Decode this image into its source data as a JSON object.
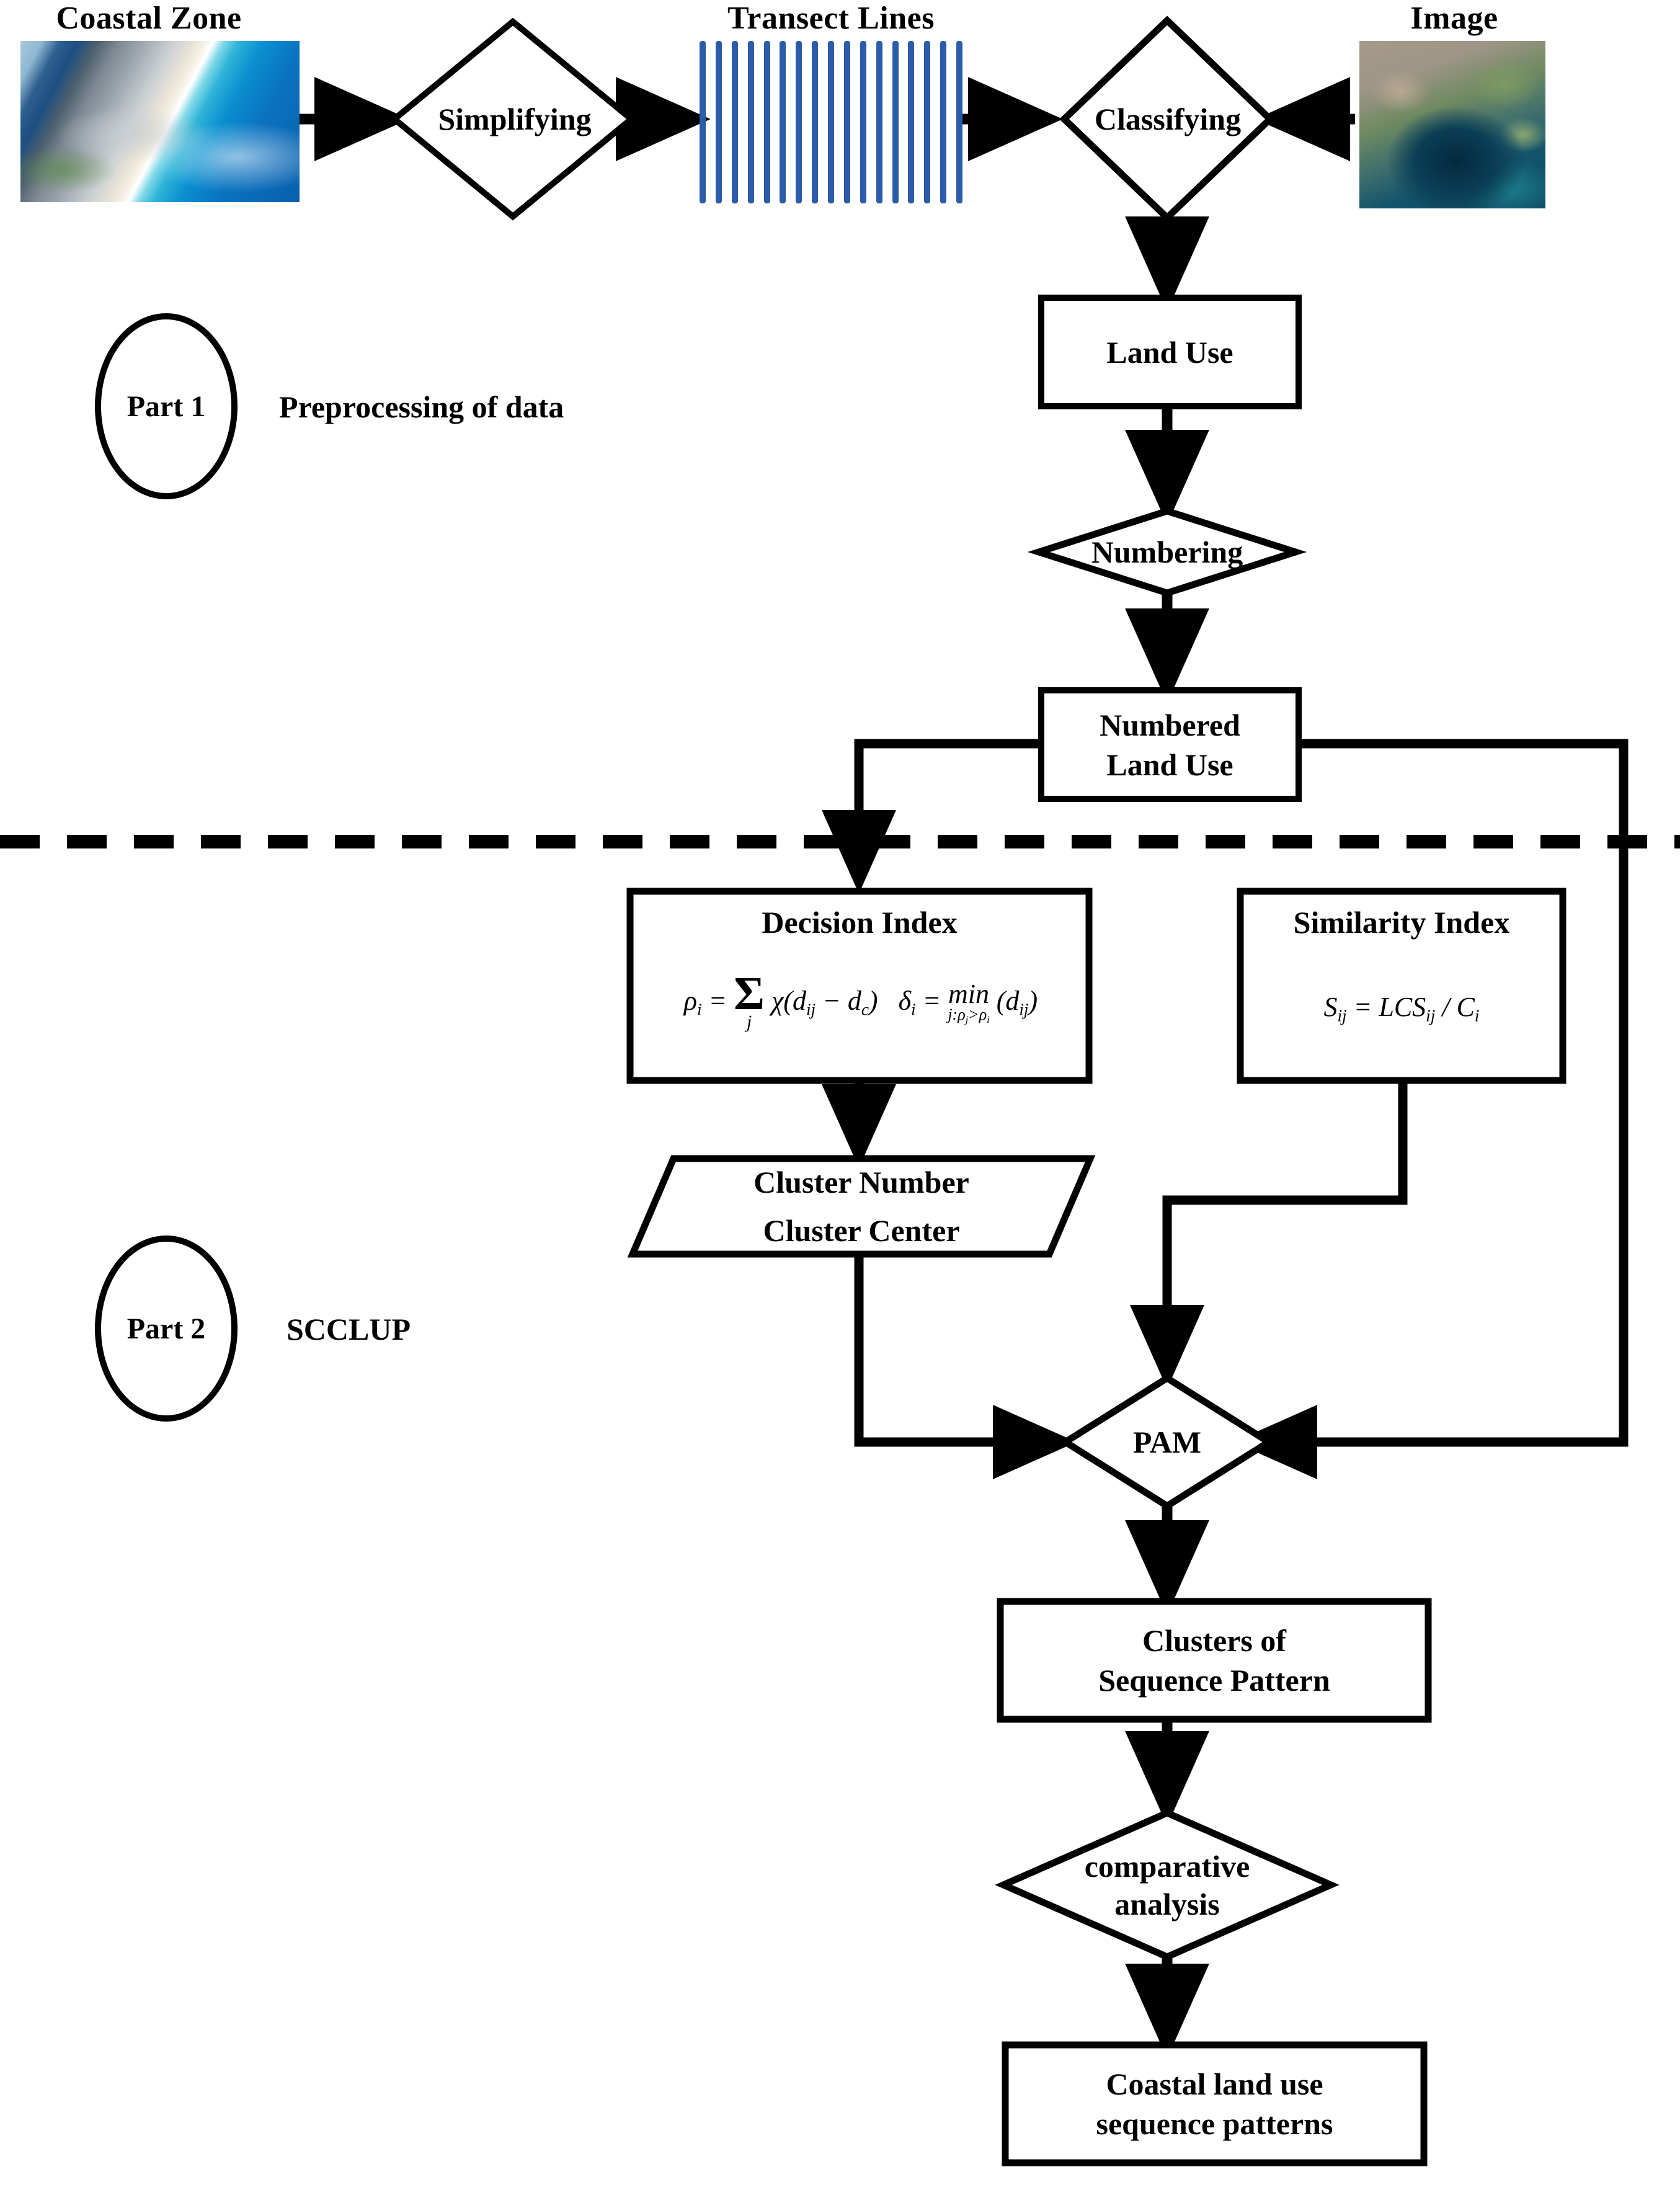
{
  "diagram": {
    "title_captions": {
      "coastal_zone": "Coastal Zone",
      "transect_lines": "Transect Lines",
      "image": "Image"
    },
    "colors": {
      "stroke": "#000000",
      "transect_blue": "#2A5CAA",
      "background": "#FFFFFF"
    },
    "parts": [
      {
        "badge": "Part 1",
        "description": "Preprocessing of data"
      },
      {
        "badge": "Part 2",
        "description": "SCCLUP"
      }
    ],
    "transect_line_count": 17,
    "nodes": {
      "simplifying": {
        "label": "Simplifying",
        "shape": "diamond"
      },
      "classifying": {
        "label": "Classifying",
        "shape": "diamond"
      },
      "land_use": {
        "label": "Land Use",
        "shape": "rect"
      },
      "numbering": {
        "label": "Numbering",
        "shape": "diamond"
      },
      "numbered_land_use": {
        "line1": "Numbered",
        "line2": "Land Use",
        "shape": "rect"
      },
      "decision_index": {
        "title": "Decision Index",
        "formula_1": "ρi = Σj χ(dij − dc)",
        "formula_2": "δi = min j:ρj>ρi (dij)",
        "shape": "rect"
      },
      "similarity_index": {
        "title": "Similarity Index",
        "formula": "Sij = LCSij / Ci",
        "shape": "rect"
      },
      "cluster_output": {
        "line1": "Cluster Number",
        "line2": "Cluster Center",
        "shape": "parallelogram"
      },
      "pam": {
        "label": "PAM",
        "shape": "diamond"
      },
      "clusters_of_sequence_pattern": {
        "line1": "Clusters of",
        "line2": "Sequence Pattern",
        "shape": "rect"
      },
      "comparative_analysis": {
        "line1": "comparative",
        "line2": "analysis",
        "shape": "diamond"
      },
      "coastal_output": {
        "line1": "Coastal land use",
        "line2": "sequence patterns",
        "shape": "rect"
      }
    },
    "formula_tokens": {
      "rho": "ρ",
      "sigma": "Σ",
      "chi": "χ",
      "delta": "δ",
      "min": "min",
      "eq": "=",
      "minus": "−",
      "gt": ">",
      "lparen": "(",
      "rparen": ")",
      "d": "d",
      "i": "i",
      "j": "j",
      "c": "c",
      "S": "S",
      "LCS": "LCS",
      "slash": "/",
      "C": "C",
      "ij": "ij"
    },
    "divider": {
      "style": "dashed",
      "name": "part-divider"
    }
  }
}
